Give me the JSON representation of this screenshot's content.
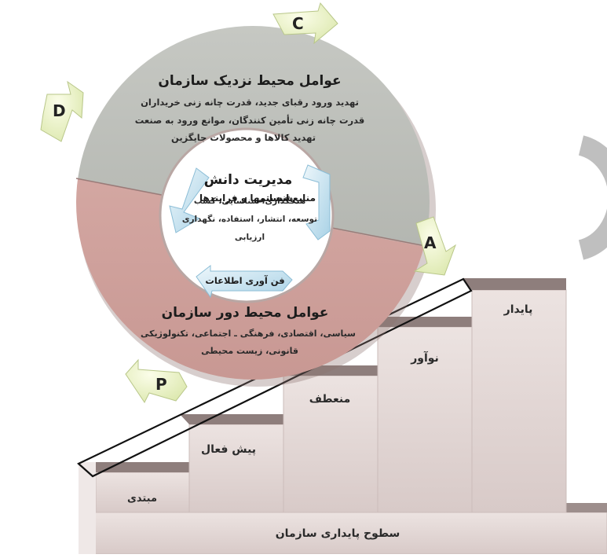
{
  "diagram": {
    "outer_top": {
      "title": "عوامل محیط نزدیک سازمان",
      "lines": [
        "تهدید ورود رقبای جدید، قدرت چانه زنی خریداران",
        "قدرت چانه زنی تأمین کنندگان، موانع ورود به صنعت",
        "تهدید کالاها و محصولات جایگزین"
      ]
    },
    "outer_bottom": {
      "title": "عوامل محیط دور سازمان",
      "lines": [
        "سیاسی، اقتصادی، فرهنگی ـ اجتماعی، تکنولوژیکی",
        "قانونی، زیست محیطی"
      ]
    },
    "center": {
      "title": "مدیریت دانش",
      "lines": [
        "هدفگذاری، شناسایی، کسب",
        "توسعه، انتشار، استفاده، نگهداری",
        "ارزیابی"
      ]
    },
    "enablers": {
      "left": "سیستمها و فرایندها",
      "right": "منابع انسانی",
      "bottom": "فن آوری اطلاعات"
    },
    "cycle_arrows": {
      "C": "C",
      "D": "D",
      "A": "A",
      "P": "P"
    },
    "steps": [
      "مبتدی",
      "پیش فعال",
      "منعطف",
      "نوآور",
      "پایدار"
    ],
    "base_label": "سطوح پایداری سازمان",
    "colors": {
      "ring_top": "#b9bcb6",
      "ring_bottom": "#d7aaa5",
      "step_face": "#e2d6d4",
      "step_top": "#8e7e7c",
      "arrow_fill": "#e8f0c6",
      "inner_arrow": "#cfe6f2"
    }
  }
}
